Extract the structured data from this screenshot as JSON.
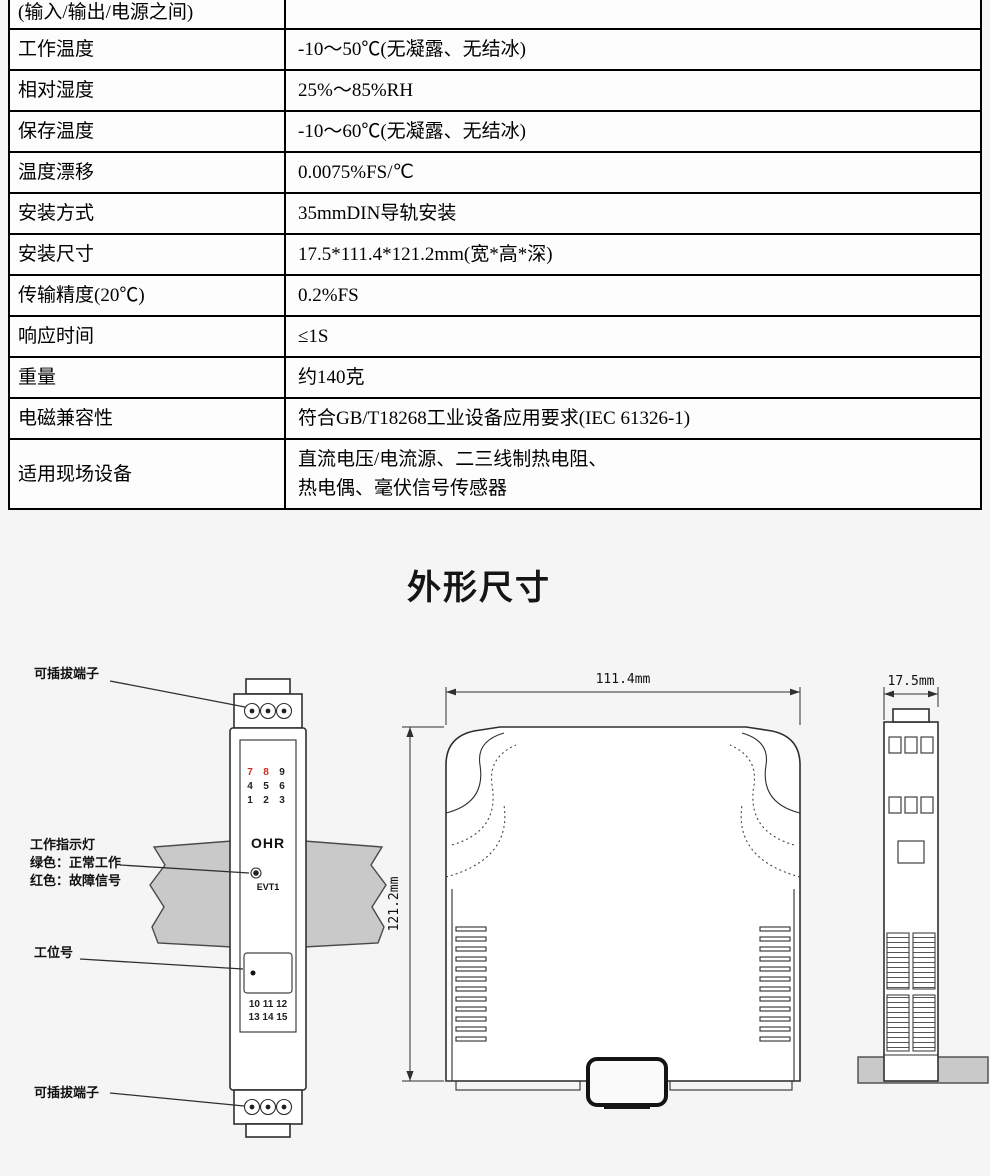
{
  "colors": {
    "accent_red": "#d42a1e",
    "rail_gray": "#c9c9c9",
    "page_bg": "#f5f5f5",
    "table_border": "#000000"
  },
  "spec_table": {
    "rows": [
      {
        "label": "(输入/输出/电源之间)",
        "value": ""
      },
      {
        "label": "工作温度",
        "value": "-10～50℃(无凝露、无结冰)"
      },
      {
        "label": "相对湿度",
        "value": "25%～85%RH"
      },
      {
        "label": "保存温度",
        "value": "-10～60℃(无凝露、无结冰)"
      },
      {
        "label": "温度漂移",
        "value": "0.0075%FS/℃"
      },
      {
        "label": "安装方式",
        "value": "35mmDIN导轨安装"
      },
      {
        "label": "安装尺寸",
        "value": "17.5*111.4*121.2mm(宽*高*深)"
      },
      {
        "label": "传输精度(20℃)",
        "value": "0.2%FS"
      },
      {
        "label": "响应时间",
        "value": "≤1S"
      },
      {
        "label": "重量",
        "value": "约140克"
      },
      {
        "label": "电磁兼容性",
        "value": "符合GB/T18268工业设备应用要求(IEC 61326-1)"
      },
      {
        "label": "适用现场设备",
        "value": "直流电压/电流源、二三线制热电阻、\n热电偶、毫伏信号传感器"
      }
    ]
  },
  "section_title": "外形尺寸",
  "annotations": {
    "terminal_top": "可插拔端子",
    "indicator_title": "工作指示灯",
    "indicator_green": "绿色：正常工作",
    "indicator_red": "红色：故障信号",
    "station_label": "工位号",
    "terminal_bottom": "可插拔端子"
  },
  "front_view": {
    "brand": "OHR",
    "model": "EVT1",
    "digits": {
      "r1": [
        "7",
        "8",
        "9"
      ],
      "r2": [
        "4",
        "5",
        "6"
      ],
      "r3": [
        "1",
        "2",
        "3"
      ]
    },
    "bottom_row1": "10 11 12",
    "bottom_row2": "13 14 15"
  },
  "dimensions": {
    "width": "111.4mm",
    "height": "121.2mm",
    "depth": "17.5mm"
  }
}
